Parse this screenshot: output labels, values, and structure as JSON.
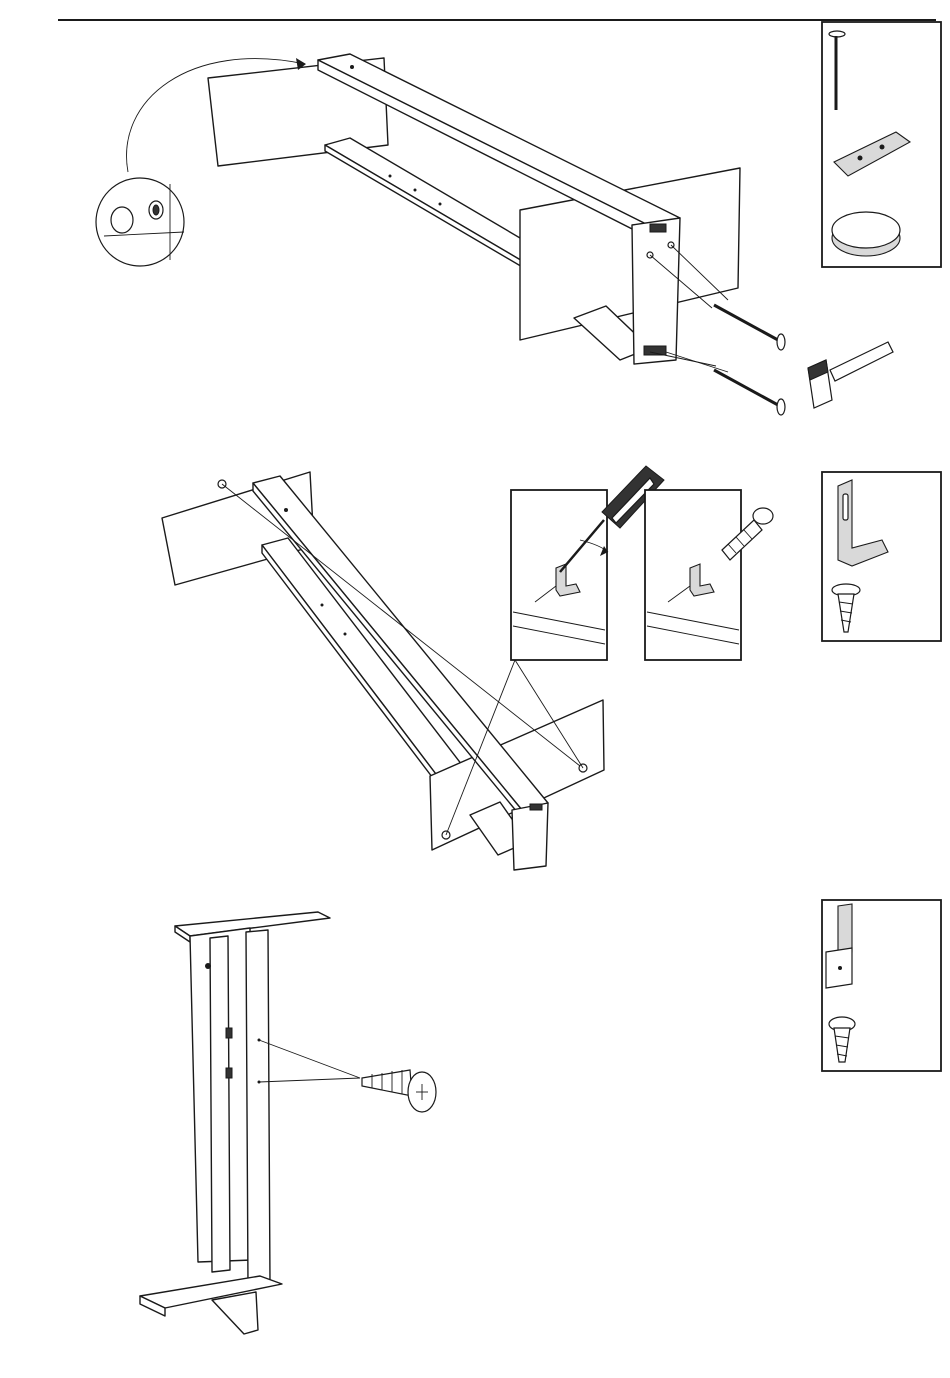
{
  "colors": {
    "line": "#1a1a1a",
    "paper": "#ffffff",
    "shade": "#d9d9d9"
  },
  "steps": [
    {
      "id": "step-1",
      "hardware": [
        "nail-icon",
        "connector-plate-icon",
        "cover-cap-icon"
      ],
      "tool": "hammer-icon"
    },
    {
      "id": "step-2",
      "hardware": [
        "l-bracket-icon",
        "screw-icon"
      ],
      "tool": "screwdriver-icon"
    },
    {
      "id": "step-3",
      "hardware": [
        "angle-block-icon",
        "screw-icon"
      ],
      "tool": ""
    }
  ]
}
